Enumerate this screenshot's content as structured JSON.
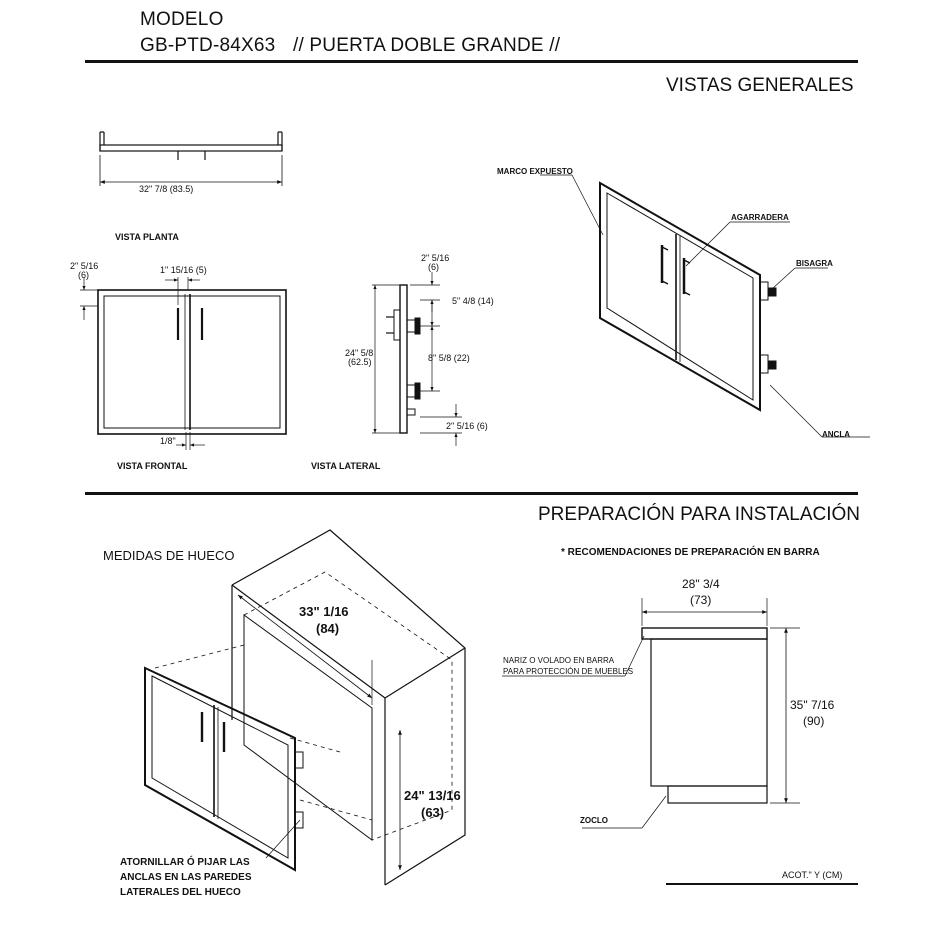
{
  "header": {
    "model_label": "MODELO",
    "model_code": "GB-PTD-84X63",
    "model_name": "// PUERTA DOBLE GRANDE //"
  },
  "sections": {
    "general_views": "VISTAS GENERALES",
    "installation": "PREPARACIÓN PARA INSTALACIÓN"
  },
  "views": {
    "plan": "VISTA PLANTA",
    "front": "VISTA FRONTAL",
    "side": "VISTA LATERAL"
  },
  "dimensions": {
    "plan_width": "32\" 7/8 (83.5)",
    "front_top_offset": "2\" 5/16",
    "front_top_offset_cm": "(6)",
    "front_handle_offset": "1\" 15/16 (5)",
    "front_gap": "1/8\"",
    "side_top_offset": "2\" 5/16",
    "side_top_offset_cm": "(6)",
    "side_hinge_top": "5\" 4/8 (14)",
    "side_hinge_spacing": "8\" 5/8 (22)",
    "side_height": "24\" 5/8",
    "side_height_cm": "(62.5)",
    "side_bottom_offset": "2\" 5/16  (6)",
    "opening_width": "33\" 1/16",
    "opening_width_cm": "(84)",
    "opening_height": "24\" 13/16",
    "opening_height_cm": "(63)",
    "bar_depth": "28\" 3/4",
    "bar_depth_cm": "(73)",
    "bar_height": "35\" 7/16",
    "bar_height_cm": "(90)"
  },
  "callouts": {
    "exposed_frame": "MARCO EXPUESTO",
    "handle": "AGARRADERA",
    "hinge": "BISAGRA",
    "anchor": "ANCLA",
    "bar_nose_1": "NARIZ O VOLADO EN BARRA",
    "bar_nose_2": "PARA PROTECCIÓN DE MUEBLES",
    "plinth": "ZOCLO"
  },
  "installation": {
    "opening_title": "MEDIDAS DE HUECO",
    "recommendations": "* RECOMENDACIONES DE PREPARACIÓN EN BARRA",
    "note_1": "ATORNILLAR Ó PIJAR  LAS",
    "note_2": "ANCLAS EN LAS PAREDES",
    "note_3": "LATERALES DEL HUECO"
  },
  "footer": {
    "units": "ACOT.\" Y (CM)"
  }
}
